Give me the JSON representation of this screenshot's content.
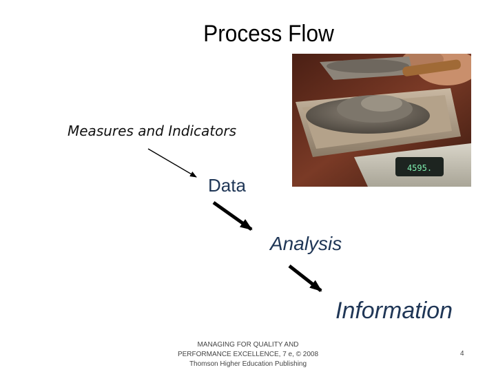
{
  "slide": {
    "title": "Process Flow",
    "steps": [
      "Measures and Indicators",
      "Data",
      "Analysis",
      "Information"
    ],
    "photo": {
      "scale_display": "4595.",
      "icon": "scale-photo"
    },
    "footer": {
      "line1": "MANAGING FOR QUALITY AND",
      "line2": "PERFORMANCE EXCELLENCE, 7 e, © 2008",
      "line3": "Thomson Higher Education Publishing"
    },
    "page_number": "4"
  }
}
